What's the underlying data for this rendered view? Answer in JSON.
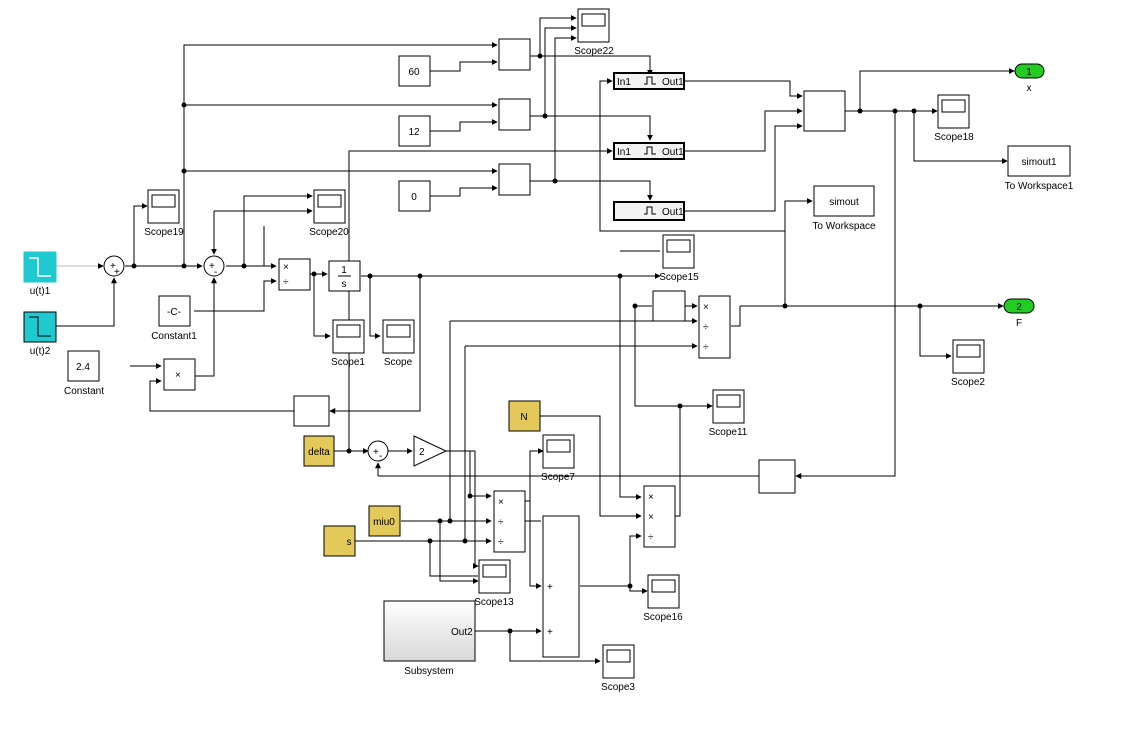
{
  "model": {
    "sources": {
      "u1_label": "u(t)1",
      "u2_label": "u(t)2"
    },
    "constants": {
      "c60": "60",
      "c12": "12",
      "c0": "0",
      "c_const1": "-C-",
      "c_const1_label": "Constant1",
      "c_const": "2.4",
      "c_const_label": "Constant",
      "delta": "delta",
      "miu0": "miu0",
      "s": "s",
      "N": "N"
    },
    "scopes": {
      "scope22": "Scope22",
      "scope19": "Scope19",
      "scope20": "Scope20",
      "scope18": "Scope18",
      "scope15": "Scope15",
      "scope1": "Scope1",
      "scope": "Scope",
      "scope2": "Scope2",
      "scope11": "Scope11",
      "scope7": "Scope7",
      "scope13": "Scope13",
      "scope16": "Scope16",
      "scope3": "Scope3"
    },
    "triggered": {
      "t1_in": "In1",
      "t1_out": "Out1",
      "t2_in": "In1",
      "t2_out": "Out1",
      "t3_out": "Out1"
    },
    "outports": {
      "x_num": "1",
      "x_label": "x",
      "f_num": "2",
      "f_label": "F"
    },
    "workspace": {
      "ws1_var": "simout1",
      "ws1_label": "To Workspace1",
      "ws_var": "simout",
      "ws_label": "To Workspace"
    },
    "integrator": {
      "num": "1",
      "den": "s"
    },
    "gain": {
      "value": "2"
    },
    "subsystem": {
      "label": "Subsystem",
      "port": "Out2"
    },
    "ops": {
      "mult": "×",
      "div": "÷",
      "plus": "+",
      "minus": "-"
    }
  },
  "colors": {
    "source_fill": "#1ec9cf",
    "const_fill": "#e3c85a",
    "outport_fill": "#22cc22",
    "line": "#000000"
  }
}
